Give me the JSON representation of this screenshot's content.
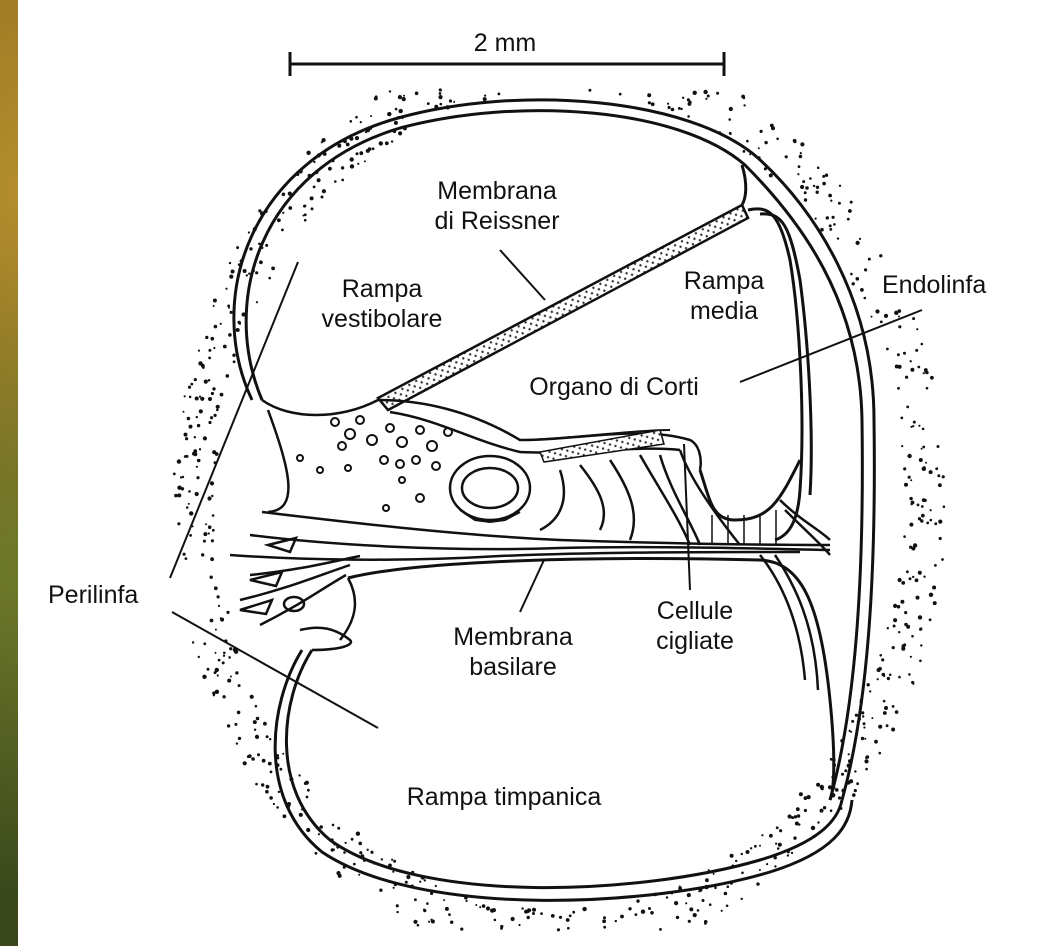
{
  "scale_bar": {
    "label": "2 mm"
  },
  "labels": {
    "reissner": [
      "Membrana",
      "di Reissner"
    ],
    "vestibolare": [
      "Rampa",
      "vestibolare"
    ],
    "media": [
      "Rampa",
      "media"
    ],
    "endolinfa": "Endolinfa",
    "corti": "Organo di Corti",
    "perilinfa": "Perilinfa",
    "cellule": [
      "Cellule",
      "cigliate"
    ],
    "basilare": [
      "Membrana",
      "basilare"
    ],
    "timpanica": "Rampa timpanica"
  },
  "colors": {
    "ink": "#111111",
    "paper": "#ffffff",
    "background": "#6b5a20"
  }
}
